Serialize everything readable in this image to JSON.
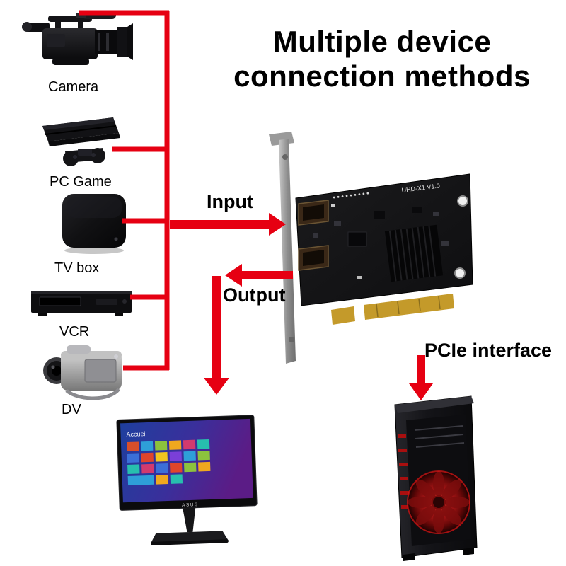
{
  "title": {
    "line1": "Multiple device",
    "line2": "connection methods"
  },
  "devices": [
    {
      "id": "camera",
      "label": "Camera"
    },
    {
      "id": "pc-game",
      "label": "PC Game"
    },
    {
      "id": "tv-box",
      "label": "TV box"
    },
    {
      "id": "vcr",
      "label": "VCR"
    },
    {
      "id": "dv",
      "label": "DV"
    }
  ],
  "flow": {
    "input": "Input",
    "output": "Output",
    "pcie": "PCIe interface"
  },
  "card": {
    "model_text": "UHD-X1 V1.0"
  },
  "monitor": {
    "brand": "ASUS",
    "screen_label": "Accueil"
  },
  "colors": {
    "arrow_red": "#e60012",
    "title": "#000000",
    "background": "#ffffff",
    "pcb_gold": "#c49a2a"
  }
}
